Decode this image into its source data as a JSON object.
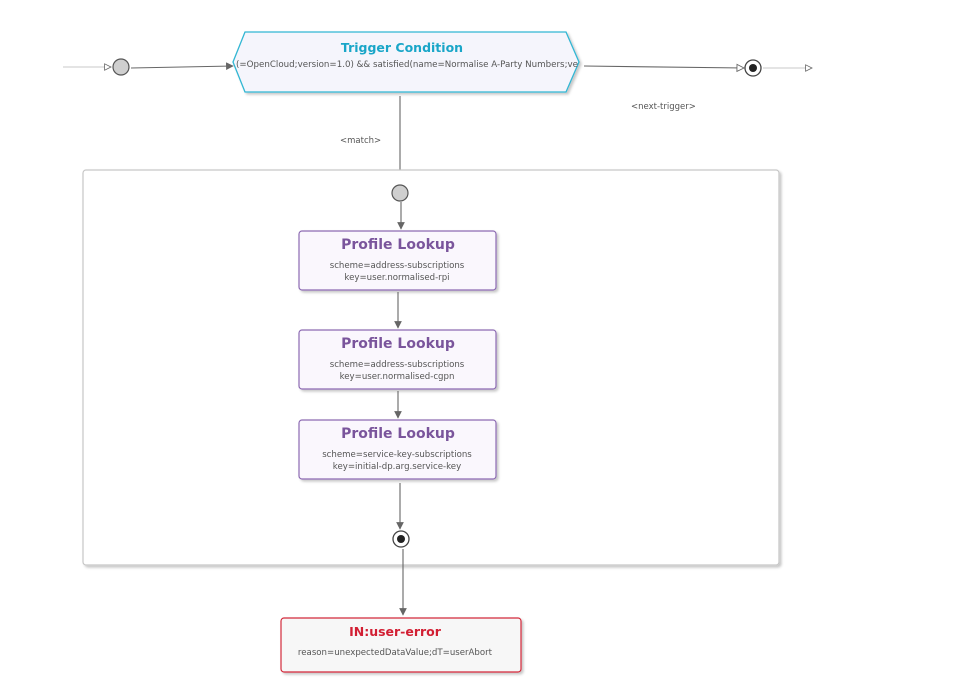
{
  "trigger": {
    "title": "Trigger Condition",
    "expression": "(=OpenCloud;version=1.0) && satisfied(name=Normalise A-Party Numbers;ve"
  },
  "labels": {
    "next_trigger": "<next-trigger>",
    "match": "<match>"
  },
  "steps": [
    {
      "title": "Profile Lookup",
      "line1": "scheme=address-subscriptions",
      "line2": "key=user.normalised-rpi"
    },
    {
      "title": "Profile Lookup",
      "line1": "scheme=address-subscriptions",
      "line2": "key=user.normalised-cgpn"
    },
    {
      "title": "Profile Lookup",
      "line1": "scheme=service-key-subscriptions",
      "line2": "key=initial-dp.arg.service-key"
    }
  ],
  "error": {
    "title": "IN:user-error",
    "detail": "reason=unexpectedDataValue;dT=userAbort"
  },
  "colors": {
    "trigger_border": "#30b6d3",
    "trigger_fill": "#f5f5fc",
    "trigger_title": "#1aa6c8",
    "step_border": "#8c6ab2",
    "step_fill": "#faf7fd",
    "step_title": "#7a559c",
    "error_border": "#d22a3a",
    "error_fill": "#f7f7f7",
    "error_title": "#d21f33",
    "connector": "#666666",
    "text": "#555555"
  }
}
